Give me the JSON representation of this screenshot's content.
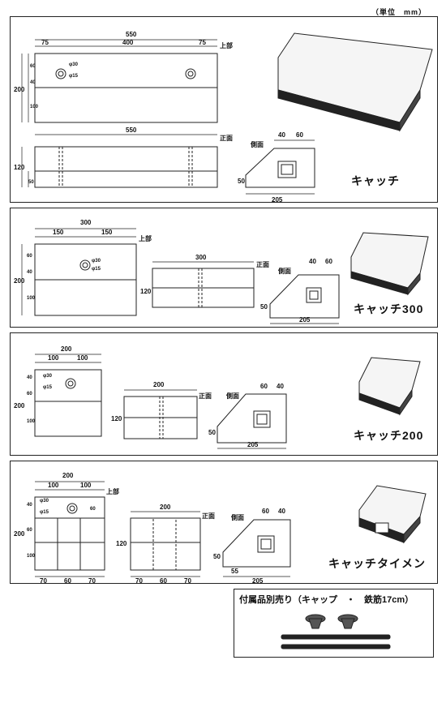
{
  "unit_note": "（単位　mm）",
  "view_labels": {
    "top": "上部",
    "front": "正面",
    "side": "側面"
  },
  "products": [
    {
      "name": "キャッチ",
      "top_dims": {
        "width": "550",
        "left_offset": "75",
        "center": "400",
        "right_offset": "75",
        "depth": "200",
        "row1": "60",
        "row2": "40",
        "row3": "100"
      },
      "holes": {
        "outer": "φ30",
        "inner": "φ15"
      },
      "front_dims": {
        "width": "550",
        "height": "120",
        "lower": "50"
      },
      "side_dims": {
        "top_a": "40",
        "top_b": "60",
        "height": "50",
        "bottom": "205"
      }
    },
    {
      "name": "キャッチ300",
      "top_dims": {
        "width": "300",
        "left_half": "150",
        "right_half": "150",
        "depth": "200",
        "row1": "60",
        "row2": "40",
        "row3": "100"
      },
      "holes": {
        "outer": "φ30",
        "inner": "φ15"
      },
      "front_dims": {
        "width": "300",
        "height": "120"
      },
      "side_dims": {
        "top_a": "40",
        "top_b": "60",
        "height": "50",
        "bottom": "205"
      }
    },
    {
      "name": "キャッチ200",
      "top_dims": {
        "width": "200",
        "left_half": "100",
        "right_half": "100",
        "depth": "200",
        "row1": "40",
        "row2": "60",
        "row3": "100"
      },
      "holes": {
        "outer": "φ30",
        "inner": "φ15"
      },
      "front_dims": {
        "width": "200",
        "height": "120"
      },
      "side_dims": {
        "top_a": "60",
        "top_b": "40",
        "height": "50",
        "bottom": "205"
      }
    },
    {
      "name": "キャッチタイメン",
      "top_dims": {
        "width": "200",
        "left_half": "100",
        "right_half": "100",
        "depth": "200",
        "row1": "40",
        "row2": "60",
        "row3": "100",
        "slot": "60",
        "foot_left": "70",
        "foot_mid": "60",
        "foot_right": "70"
      },
      "holes": {
        "outer": "φ30",
        "inner": "φ15"
      },
      "front_dims": {
        "width": "200",
        "height": "120",
        "foot_left": "70",
        "foot_mid": "60",
        "foot_right": "70"
      },
      "side_dims": {
        "top_a": "60",
        "top_b": "40",
        "height": "50",
        "step": "55",
        "bottom": "205"
      }
    }
  ],
  "accessories": {
    "title": "付属品別売り（キャップ　・　鉄筋17cm）",
    "items": [
      "キャップ",
      "キャップ",
      "鉄筋",
      "鉄筋"
    ]
  }
}
